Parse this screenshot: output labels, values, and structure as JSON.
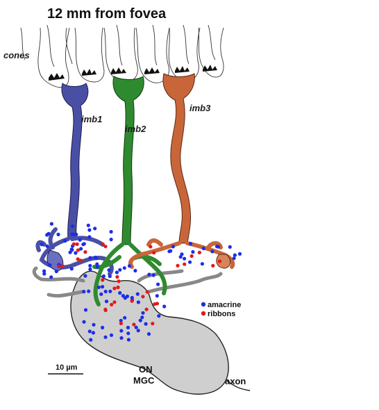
{
  "title": "12 mm from fovea",
  "labels": {
    "cones": "cones",
    "imb1": "imb1",
    "imb2": "imb2",
    "imb3": "imb3",
    "on": "ON",
    "mgc": "MGC",
    "axon": "axon",
    "scale": "10 µm"
  },
  "legend": [
    {
      "label": "amacrine",
      "color": "#1c2ee6"
    },
    {
      "label": "ribbons",
      "color": "#e01b1b"
    }
  ],
  "colors": {
    "imb1": "#4a4fa6",
    "imb2": "#2f8a2f",
    "imb3": "#c8663a",
    "mgc": "#cfcfcf",
    "outline": "#222222"
  }
}
